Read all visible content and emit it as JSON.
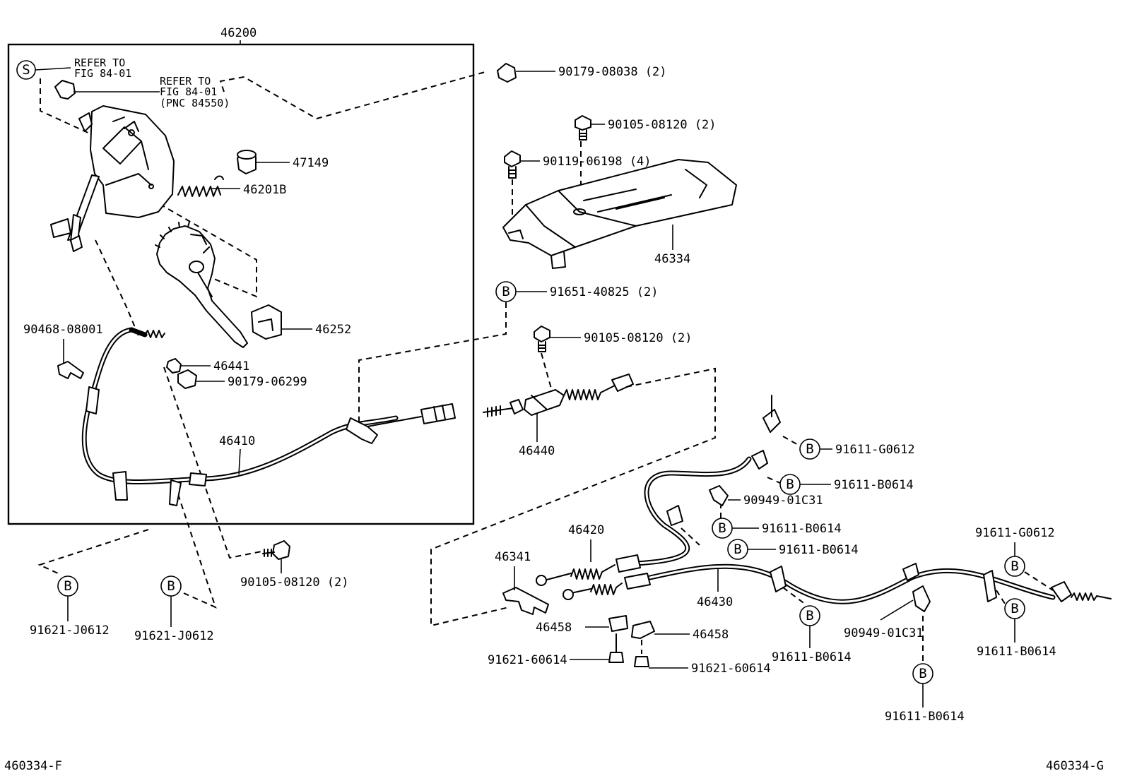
{
  "assembly_box": {
    "label": "46200"
  },
  "refs": {
    "ref1_line1": "REFER TO",
    "ref1_line2": "FIG 84-01",
    "ref2_line1": "REFER TO",
    "ref2_line2": "FIG 84-01",
    "ref2_line3": "(PNC 84550)"
  },
  "part_numbers": {
    "p_90179_08038": "90179-08038 (2)",
    "p_90105_08120_top": "90105-08120 (2)",
    "p_90119_06198": "90119-06198 (4)",
    "p_47149": "47149",
    "p_46201b": "46201B",
    "p_46334": "46334",
    "p_91651_40825": "91651-40825 (2)",
    "p_90105_08120_mid": "90105-08120 (2)",
    "p_46252": "46252",
    "p_90468_08001": "90468-08001",
    "p_46441": "46441",
    "p_90179_06299": "90179-06299",
    "p_46410": "46410",
    "p_46440": "46440",
    "p_91611_g0612_a": "91611-G0612",
    "p_91611_b0614_a": "91611-B0614",
    "p_90949_01c31_a": "90949-01C31",
    "p_91611_b0614_b": "91611-B0614",
    "p_91611_b0614_c": "91611-B0614",
    "p_46420": "46420",
    "p_46341": "46341",
    "p_90105_08120_low": "90105-08120 (2)",
    "p_91621_j0612_a": "91621-J0612",
    "p_91621_j0612_b": "91621-J0612",
    "p_46430": "46430",
    "p_91611_g0612_b": "91611-G0612",
    "p_46458_a": "46458",
    "p_46458_b": "46458",
    "p_91621_60614_a": "91621-60614",
    "p_91621_60614_b": "91621-60614",
    "p_91611_b0614_d": "91611-B0614",
    "p_90949_01c31_b": "90949-01C31",
    "p_91611_b0614_e": "91611-B0614",
    "p_91611_b0614_f": "91611-B0614"
  },
  "markers": {
    "s": "S",
    "b": "B"
  },
  "footer": {
    "left_code": "460334-F",
    "right_code": "460334-G"
  }
}
